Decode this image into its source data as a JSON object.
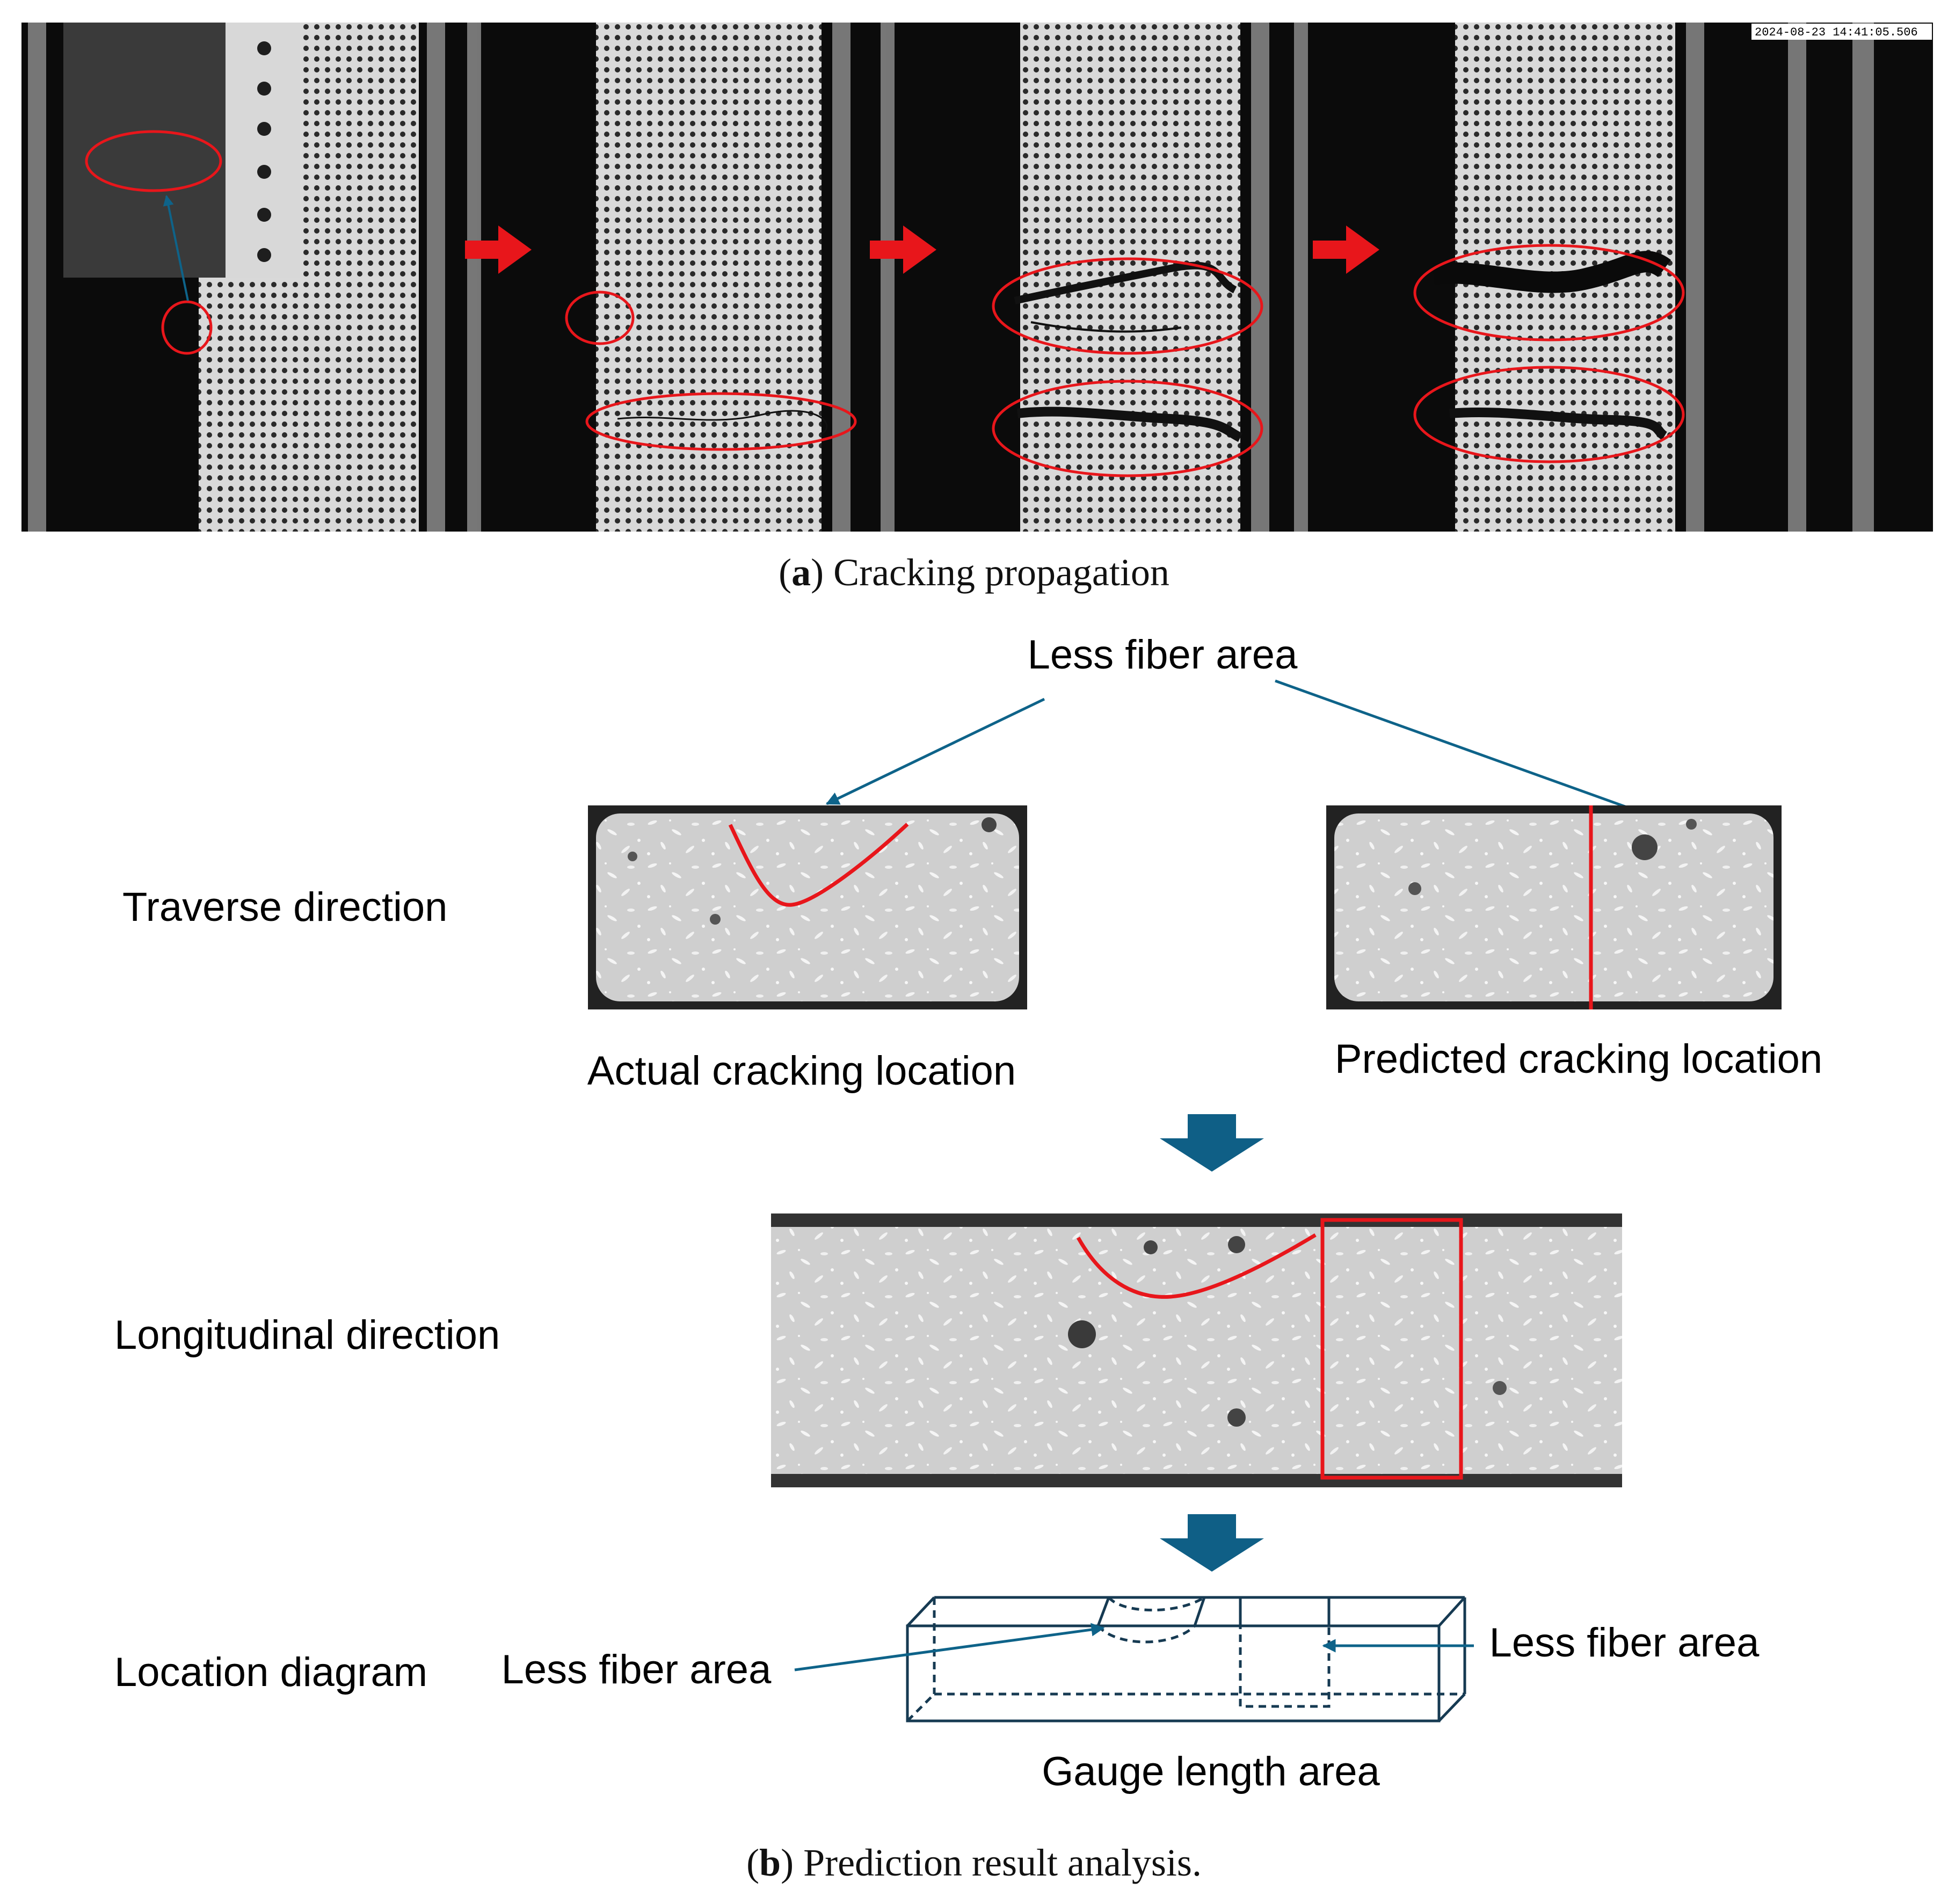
{
  "panel_a": {
    "timestamp": "2024-08-23 14:41:05.506",
    "caption_letter": "a",
    "caption_text": ") Cracking propagation",
    "caption_open": "("
  },
  "panel_b": {
    "caption_letter": "b",
    "caption_text": ") Prediction result analysis.",
    "caption_open": "(",
    "top_callout": "Less fiber area",
    "row_traverse": "Traverse direction",
    "row_longitudinal": "Longitudinal direction",
    "row_location": "Location diagram",
    "actual_label": "Actual cracking location",
    "predicted_label": "Predicted cracking location",
    "diagram_left_callout": "Less fiber area",
    "diagram_right_callout": "Less fiber area",
    "gauge_label": "Gauge length area"
  },
  "colors": {
    "annotation_red": "#e8161b",
    "arrow_teal": "#0e6389",
    "diagram_navy": "#163a52",
    "specimen_white": "#dcdcdc"
  }
}
